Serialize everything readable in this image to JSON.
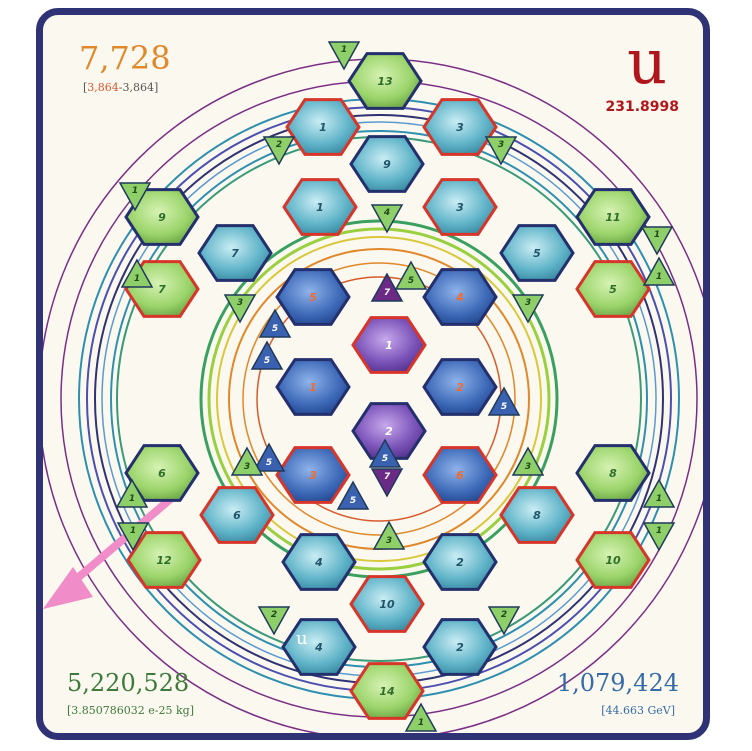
{
  "top_left": {
    "number": "7,728",
    "range_a": "3,864",
    "range_sep": "-",
    "range_b": "3,864"
  },
  "top_right": {
    "symbol": "u",
    "mass": "231.8998"
  },
  "bottom_left": {
    "number": "5,220,528",
    "sub": "[3.850786032 e-25 kg]"
  },
  "bottom_right": {
    "number": "1,079,424",
    "sub": "[44.663 GeV]"
  },
  "inner_marker": "u",
  "colors": {
    "frame": "#2f3274",
    "green": "#9bd46a",
    "teal": "#5fb3c8",
    "blue": "#3e6ab8",
    "purple": "#7a52b8",
    "red_outline": "#d8352a",
    "navy_outline": "#24306e"
  },
  "hexagons": [
    {
      "label": "13",
      "fill": "green",
      "outline": "navy"
    },
    {
      "label": "1",
      "fill": "teal",
      "outline": "red"
    },
    {
      "label": "3",
      "fill": "teal",
      "outline": "red"
    },
    {
      "label": "9",
      "fill": "teal",
      "outline": "navy"
    },
    {
      "label": "1",
      "fill": "teal",
      "outline": "red"
    },
    {
      "label": "3",
      "fill": "teal",
      "outline": "red"
    },
    {
      "label": "9",
      "fill": "green",
      "outline": "navy"
    },
    {
      "label": "11",
      "fill": "green",
      "outline": "navy"
    },
    {
      "label": "7",
      "fill": "teal",
      "outline": "navy"
    },
    {
      "label": "5",
      "fill": "teal",
      "outline": "navy"
    },
    {
      "label": "7",
      "fill": "green",
      "outline": "red"
    },
    {
      "label": "5",
      "fill": "green",
      "outline": "red"
    },
    {
      "label": "5",
      "fill": "blue",
      "outline": "navy"
    },
    {
      "label": "4",
      "fill": "blue",
      "outline": "navy"
    },
    {
      "label": "1",
      "fill": "purple",
      "outline": "red"
    },
    {
      "label": "1",
      "fill": "blue",
      "outline": "navy"
    },
    {
      "label": "2",
      "fill": "blue",
      "outline": "navy"
    },
    {
      "label": "2",
      "fill": "purple",
      "outline": "navy"
    },
    {
      "label": "3",
      "fill": "blue",
      "outline": "red"
    },
    {
      "label": "6",
      "fill": "blue",
      "outline": "red"
    },
    {
      "label": "6",
      "fill": "green",
      "outline": "navy"
    },
    {
      "label": "8",
      "fill": "green",
      "outline": "navy"
    },
    {
      "label": "6",
      "fill": "teal",
      "outline": "red"
    },
    {
      "label": "8",
      "fill": "teal",
      "outline": "red"
    },
    {
      "label": "12",
      "fill": "green",
      "outline": "red"
    },
    {
      "label": "10",
      "fill": "green",
      "outline": "red"
    },
    {
      "label": "4",
      "fill": "teal",
      "outline": "navy"
    },
    {
      "label": "2",
      "fill": "teal",
      "outline": "navy"
    },
    {
      "label": "10",
      "fill": "teal",
      "outline": "red"
    },
    {
      "label": "4",
      "fill": "teal",
      "outline": "navy"
    },
    {
      "label": "2",
      "fill": "teal",
      "outline": "navy"
    },
    {
      "label": "14",
      "fill": "green",
      "outline": "red"
    }
  ],
  "triangles": [
    {
      "label": "1",
      "fill": "green"
    },
    {
      "label": "2",
      "fill": "green"
    },
    {
      "label": "3",
      "fill": "green"
    },
    {
      "label": "4",
      "fill": "green"
    },
    {
      "label": "5",
      "fill": "green"
    },
    {
      "label": "1",
      "fill": "green"
    },
    {
      "label": "1",
      "fill": "green"
    },
    {
      "label": "1",
      "fill": "green"
    },
    {
      "label": "1",
      "fill": "green"
    },
    {
      "label": "3",
      "fill": "green"
    },
    {
      "label": "3",
      "fill": "green"
    },
    {
      "label": "5",
      "fill": "blue"
    },
    {
      "label": "5",
      "fill": "blue"
    },
    {
      "label": "5",
      "fill": "blue"
    },
    {
      "label": "5",
      "fill": "blue"
    },
    {
      "label": "7",
      "fill": "purple"
    },
    {
      "label": "7",
      "fill": "purple"
    },
    {
      "label": "5",
      "fill": "blue"
    },
    {
      "label": "5",
      "fill": "blue"
    },
    {
      "label": "3",
      "fill": "green"
    },
    {
      "label": "3",
      "fill": "green"
    },
    {
      "label": "1",
      "fill": "green"
    },
    {
      "label": "1",
      "fill": "green"
    },
    {
      "label": "1",
      "fill": "green"
    },
    {
      "label": "1",
      "fill": "green"
    },
    {
      "label": "3",
      "fill": "green"
    },
    {
      "label": "2",
      "fill": "green"
    },
    {
      "label": "2",
      "fill": "green"
    },
    {
      "label": "1",
      "fill": "green"
    }
  ]
}
